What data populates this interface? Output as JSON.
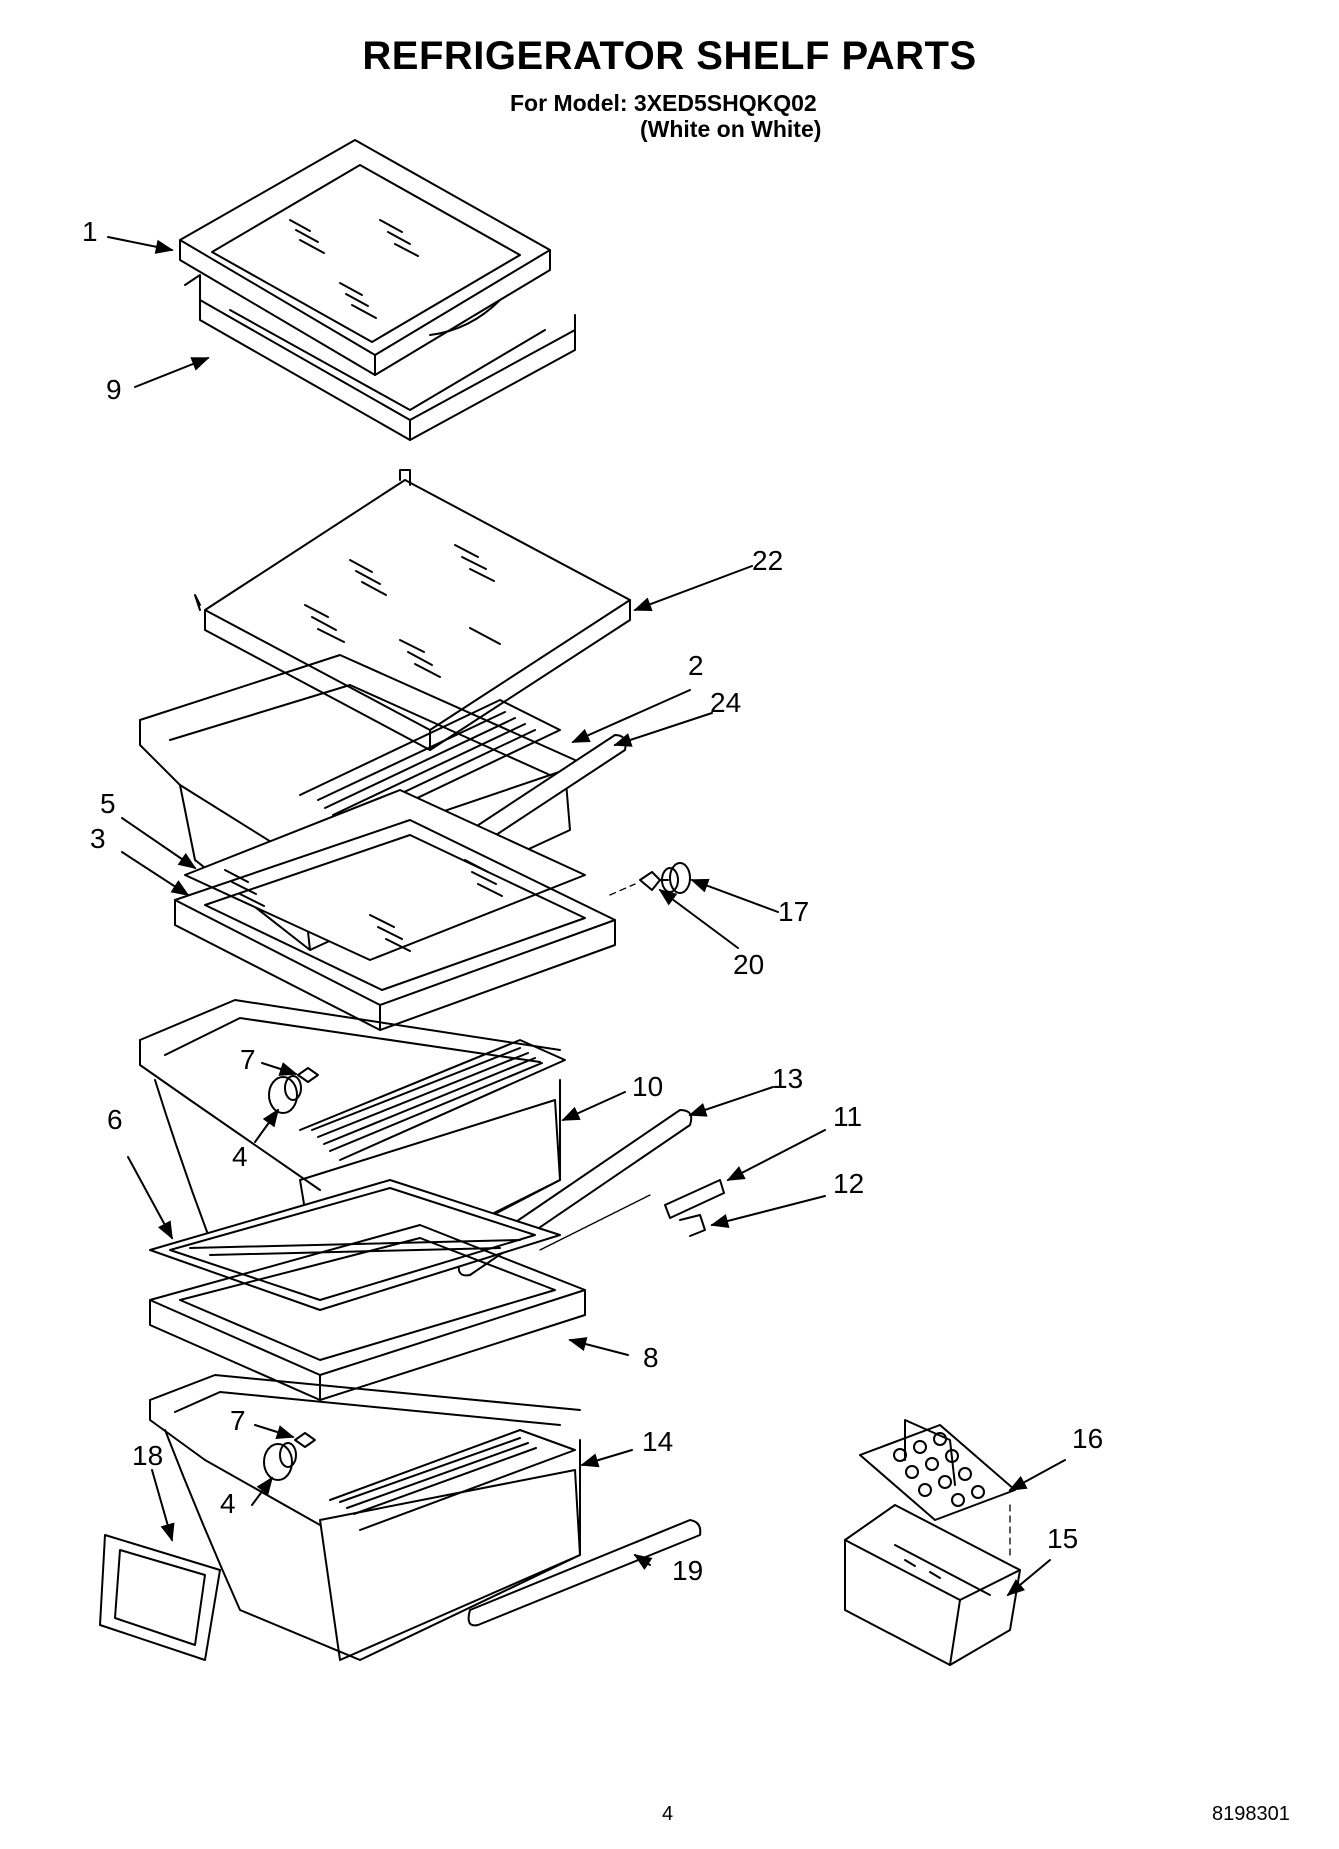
{
  "header": {
    "title": "REFRIGERATOR SHELF PARTS",
    "model_line": "For Model: 3XED5SHQKQ02",
    "color_line": "(White on White)"
  },
  "callouts": [
    {
      "id": "c1",
      "label": "1"
    },
    {
      "id": "c9",
      "label": "9"
    },
    {
      "id": "c22",
      "label": "22"
    },
    {
      "id": "c2",
      "label": "2"
    },
    {
      "id": "c24",
      "label": "24"
    },
    {
      "id": "c5",
      "label": "5"
    },
    {
      "id": "c3",
      "label": "3"
    },
    {
      "id": "c17",
      "label": "17"
    },
    {
      "id": "c20",
      "label": "20"
    },
    {
      "id": "c7a",
      "label": "7"
    },
    {
      "id": "c10",
      "label": "10"
    },
    {
      "id": "c13",
      "label": "13"
    },
    {
      "id": "c11",
      "label": "11"
    },
    {
      "id": "c6",
      "label": "6"
    },
    {
      "id": "c4a",
      "label": "4"
    },
    {
      "id": "c12",
      "label": "12"
    },
    {
      "id": "c8",
      "label": "8"
    },
    {
      "id": "c7b",
      "label": "7"
    },
    {
      "id": "c14",
      "label": "14"
    },
    {
      "id": "c16",
      "label": "16"
    },
    {
      "id": "c18",
      "label": "18"
    },
    {
      "id": "c4b",
      "label": "4"
    },
    {
      "id": "c15",
      "label": "15"
    },
    {
      "id": "c19",
      "label": "19"
    }
  ],
  "footer": {
    "page_number": "4",
    "document_number": "8198301"
  }
}
